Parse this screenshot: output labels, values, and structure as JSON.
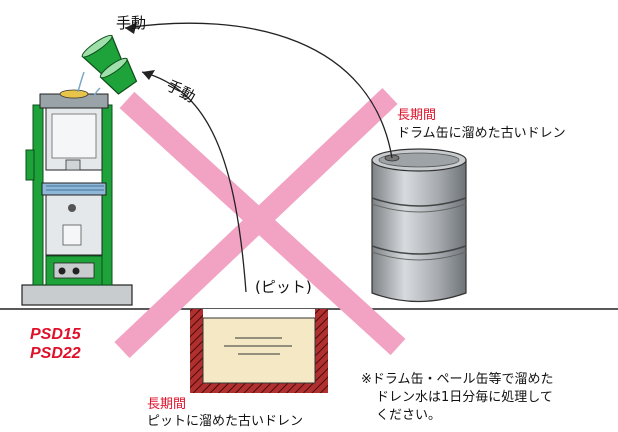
{
  "labels": {
    "manual_top": "手動",
    "manual_mid": "手動",
    "drum_period": "長期間",
    "drum_desc": "ドラム缶に溜めた古いドレン",
    "pit_label": "(ピット)",
    "pit_period": "長期間",
    "pit_desc": "ピットに溜めた古いドレン",
    "model_1": "PSD15",
    "model_2": "PSD22"
  },
  "note": {
    "lines": [
      "※ドラム缶・ペール缶等で溜めた",
      "ドレン水は1日分毎に処理して",
      "ください。"
    ]
  },
  "colors": {
    "machine_green": "#1ea23a",
    "cross_pink": "#f2a2c2",
    "accent_red": "#e0102a",
    "pit_hatch": "#8a1f1f",
    "pit_water": "#f5e8c4",
    "drum_gray": "#b8bcc0"
  }
}
